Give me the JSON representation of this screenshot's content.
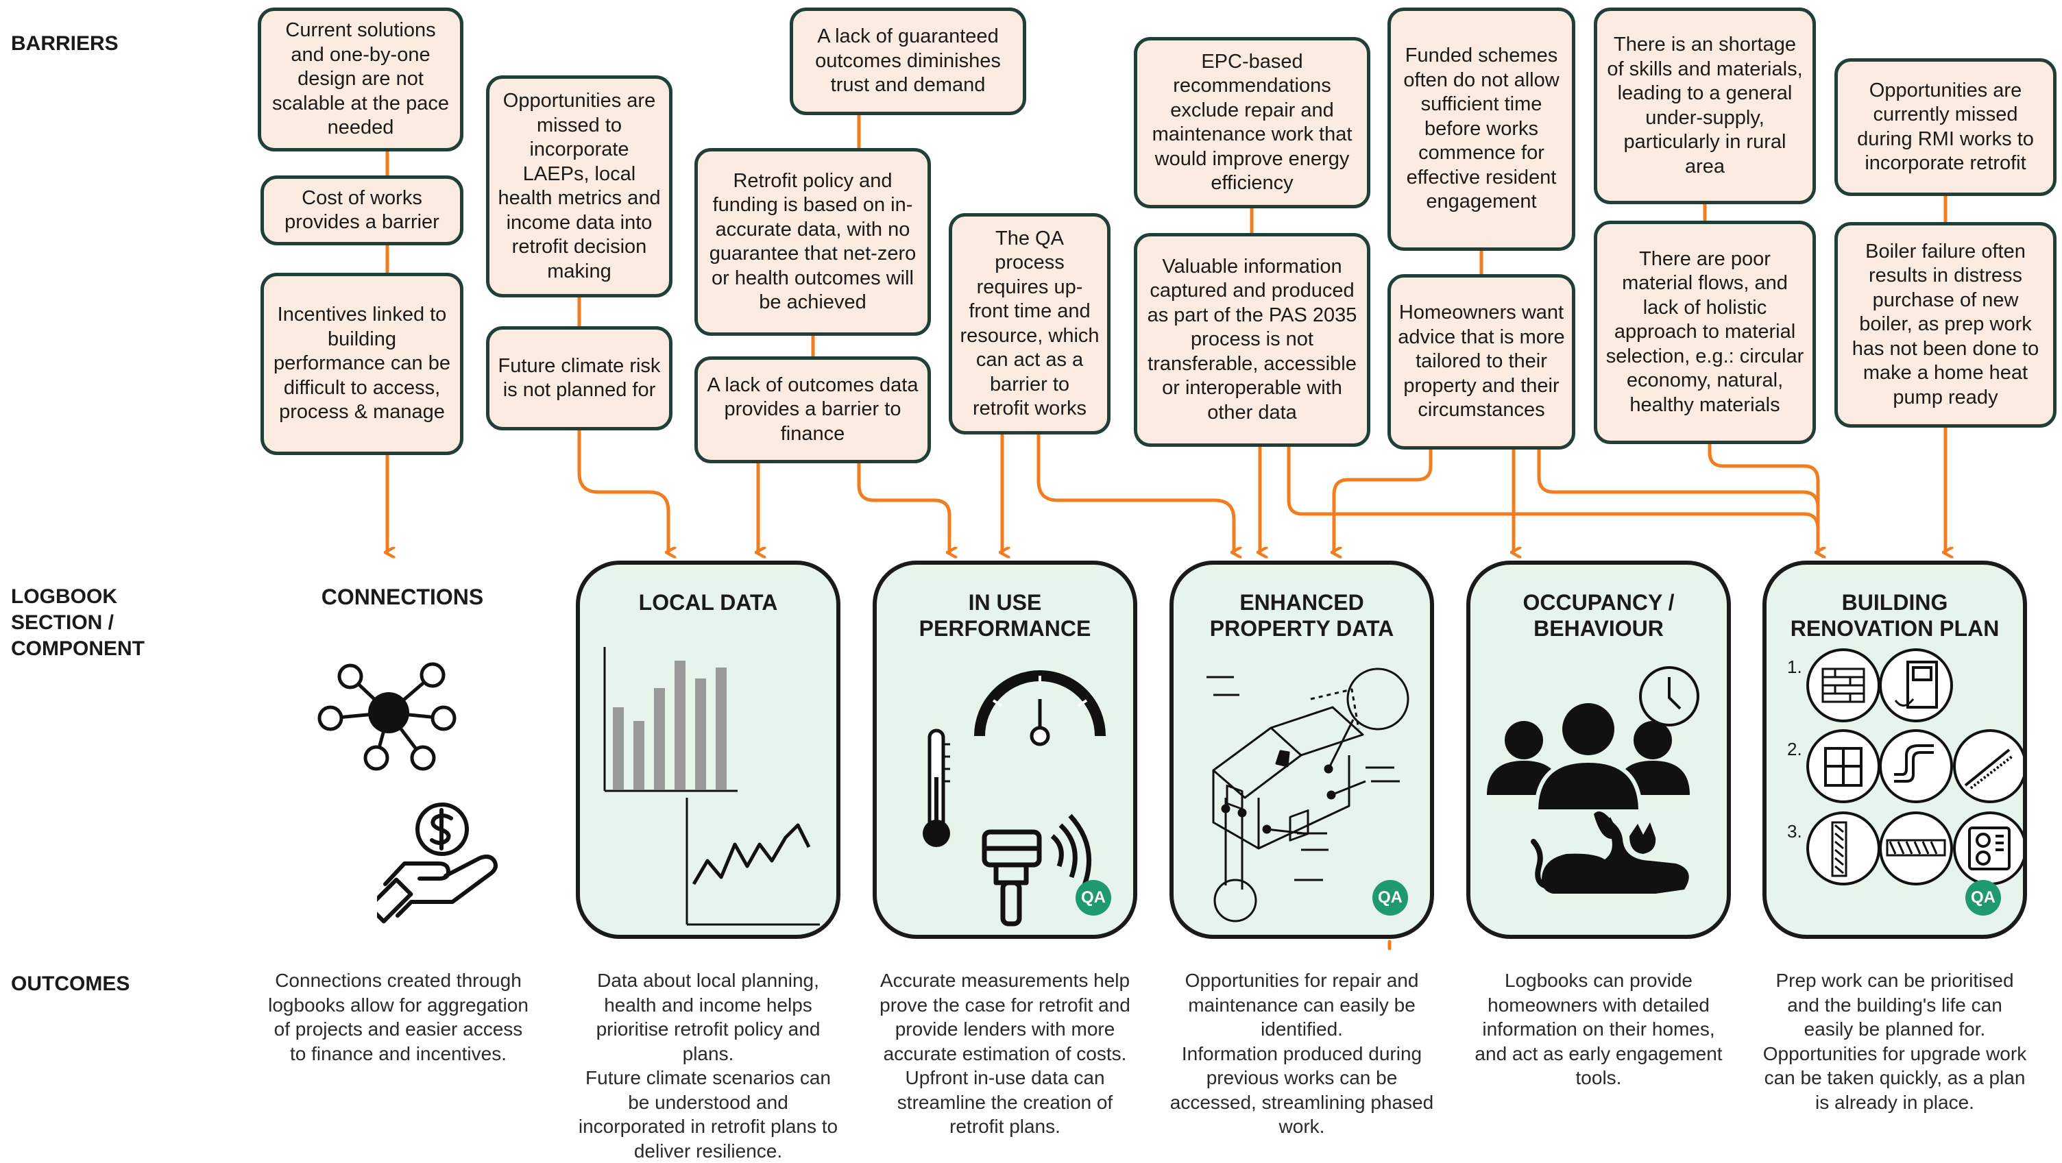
{
  "row_labels": {
    "barriers": "BARRIERS",
    "logbook": "LOGBOOK\nSECTION /\nCOMPONENT",
    "outcomes": "OUTCOMES"
  },
  "barriers": {
    "b1": "Current solutions and one-by-one design are not scalable at the pace needed",
    "b2": "Cost of works provides a barrier",
    "b3": "Incentives linked to building performance can be difficult to access, process & manage",
    "b4": "Opportunities are missed to incorporate LAEPs, local health metrics and income data into retrofit decision making",
    "b5": "Future climate risk is not planned for",
    "b6": "A lack of guaranteed outcomes diminishes trust and demand",
    "b7": "Retrofit policy and funding is based on in-accurate data, with no guarantee that net-zero or health outcomes will be achieved",
    "b8": "A lack of outcomes data provides a barrier to finance",
    "b9": "The QA process requires up-front time and resource, which can act as a barrier to retrofit works",
    "b10": "EPC-based recommendations exclude repair and maintenance work that would improve energy efficiency",
    "b11": "Valuable information captured and produced as part of the PAS 2035 process is not transferable, accessible or interoperable with other data",
    "b12": "Funded schemes often do not allow sufficient time before works commence for effective resident engagement",
    "b13": "Homeowners want advice that is more tailored to their property and their circumstances",
    "b14": "There is an shortage of skills and materials, leading to a general under-supply, particularly in rural area",
    "b15": "There are poor material flows, and lack of holistic approach to material selection, e.g.: circular economy, natural, healthy materials",
    "b16": "Opportunities are currently missed during RMI works to incorporate retrofit",
    "b17": "Boiler failure often results in distress purchase of new boiler, as prep work has not been done to make a home heat pump ready"
  },
  "components": {
    "connections": "CONNECTIONS",
    "local_data": "LOCAL DATA",
    "in_use": "IN USE\nPERFORMANCE",
    "enhanced": "ENHANCED\nPROPERTY DATA",
    "occupancy": "OCCUPANCY /\nBEHAVIOUR",
    "renovation": "BUILDING\nRENOVATION PLAN"
  },
  "icons": {
    "connections": [
      "network-icon",
      "money-hand-icon"
    ],
    "local_data": [
      "bar-chart-icon",
      "line-chart-icon"
    ],
    "in_use": [
      "thermometer-icon",
      "gauge-icon",
      "sensor-icon"
    ],
    "enhanced": [
      "house-diagram-icon"
    ],
    "occupancy": [
      "clock-icon",
      "people-icon",
      "cat-icon"
    ],
    "renovation": [
      "brick-wall-icon",
      "door-icon",
      "window-icon",
      "pipe-icon",
      "roof-insulation-icon",
      "wall-insulation-icon",
      "insulation-roll-icon",
      "heat-pump-icon"
    ]
  },
  "badges": {
    "qa": "QA"
  },
  "renovation_steps": [
    "1.",
    "2.",
    "3."
  ],
  "outcomes": {
    "connections": "Connections created through logbooks allow for aggregation of projects and easier access to finance and incentives.",
    "local_data": "Data about local planning, health and income helps prioritise retrofit policy and plans.\nFuture climate scenarios can be understood and incorporated in retrofit plans to deliver resilience.",
    "in_use": "Accurate measurements help prove the case for retrofit and provide lenders with more accurate estimation of costs.\nUpfront in-use data can streamline the creation of retrofit plans.",
    "enhanced": "Opportunities for repair and maintenance can easily be identified.\nInformation produced during previous works can be accessed, streamlining phased work.",
    "occupancy": "Logbooks can provide homeowners with detailed information on their homes, and act as early engagement tools.",
    "renovation": "Prep work can be prioritised and the building's life can easily be planned for.\nOpportunities for upgrade work can be taken quickly, as a plan is already in place."
  },
  "colors": {
    "arrow": "#f07d1f",
    "barrier_fill": "#fcebe1",
    "barrier_border": "#1f3f38",
    "panel_fill": "#e6f4ec",
    "qa_badge": "#1f9a6e"
  }
}
